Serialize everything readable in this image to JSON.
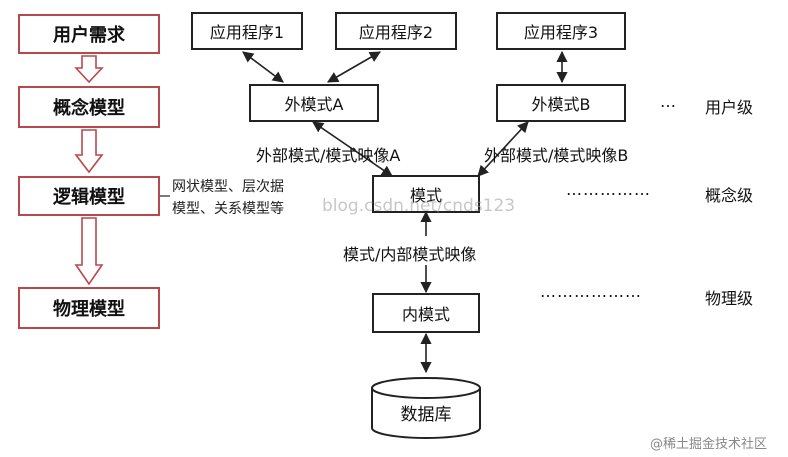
{
  "left_column": {
    "user_requirements": "用户需求",
    "conceptual_model": "概念模型",
    "logical_model": "逻辑模型",
    "physical_model": "物理模型",
    "logical_note_line1": "网状模型、层次据",
    "logical_note_line2": "模型、关系模型等"
  },
  "apps": {
    "app1": "应用程序1",
    "app2": "应用程序2",
    "app3": "应用程序3"
  },
  "schemas": {
    "external_a": "外模式A",
    "external_b": "外模式B",
    "schema": "模式",
    "internal": "内模式",
    "database": "数据库"
  },
  "mappings": {
    "ext_a_mapping": "外部模式/模式映像A",
    "ext_b_mapping": "外部模式/模式映像B",
    "internal_mapping": "模式/内部模式映像"
  },
  "levels": {
    "user_level_dots": "…",
    "user_level": "用户级",
    "concept_level_dots": "……………",
    "concept_level": "概念级",
    "physical_level_dots": "………………",
    "physical_level": "物理级"
  },
  "watermark": "blog.csdn.net/cnds123",
  "credit": "@稀土掘金技术社区"
}
